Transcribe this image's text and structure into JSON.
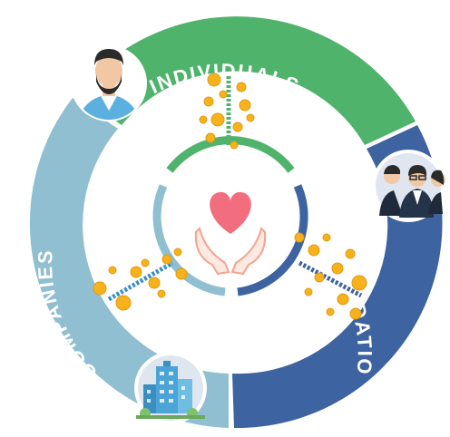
{
  "segments": {
    "individuals": {
      "label": "INDIVIDUALS",
      "color": "#4fb36b",
      "icon": "person-icon"
    },
    "foundations": {
      "label": "FOUNDATIONS",
      "color": "#3d63a0",
      "icon": "group-of-people-icon"
    },
    "companies": {
      "label": "COMPANIES",
      "color": "#8fbfd0",
      "icon": "office-building-icon"
    }
  },
  "center": {
    "icon": "heart-in-hands-icon",
    "heart_color": "#f26d7d"
  },
  "flow": {
    "coin_color": "#f7b21b",
    "icon": "coin-icon"
  }
}
